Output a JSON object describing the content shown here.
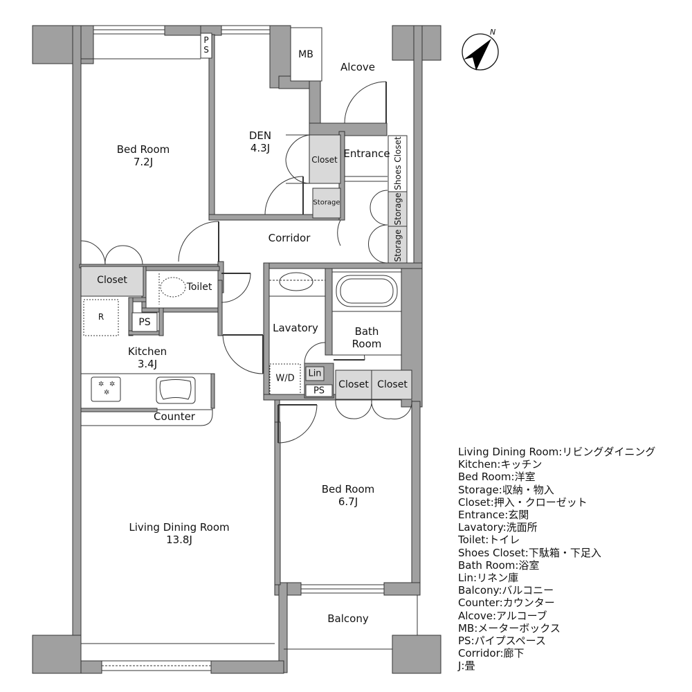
{
  "floorplan": {
    "wall_color": "#a0a0a0",
    "storage_fill": "#d9d9d9",
    "rooms": {
      "bedroom1": {
        "name": "Bed Room",
        "size": "7.2J"
      },
      "den": {
        "name": "DEN",
        "size": "4.3J"
      },
      "kitchen": {
        "name": "Kitchen",
        "size": "3.4J"
      },
      "living": {
        "name": "Living Dining Room",
        "size": "13.8J"
      },
      "bedroom2": {
        "name": "Bed Room",
        "size": "6.7J"
      },
      "corridor": "Corridor",
      "entrance": "Entrance",
      "alcove": "Alcove",
      "lavatory": "Lavatory",
      "bath": {
        "line1": "Bath",
        "line2": "Room"
      },
      "balcony": "Balcony",
      "toilet": "Toilet",
      "counter": "Counter"
    },
    "fixtures": {
      "mb": "MB",
      "ps_top_p": "P",
      "ps_top_s": "S",
      "ps_kitchen": "PS",
      "ps_lavatory": "PS",
      "lin": "Lin",
      "wd": "W/D",
      "fridge": "R",
      "closet_bedroom1": "Closet",
      "closet_den": "Closet",
      "storage_den": "Storage",
      "shoes_closet": "Shoes Closet",
      "storage_right1": "Storage",
      "storage_right2": "Storage",
      "closet_bedroom2_a": "Closet",
      "closet_bedroom2_b": "Closet"
    },
    "compass": {
      "label": "N",
      "icon": "north-arrow-icon"
    }
  },
  "legend": [
    "Living Dining Room:リビングダイニング",
    "Kitchen:キッチン",
    "Bed Room:洋室",
    "Storage:収納・物入",
    "Closet:押入・クローゼット",
    "Entrance:玄関",
    "Lavatory:洗面所",
    "Toilet:トイレ",
    "Shoes Closet:下駄箱・下足入",
    "Bath Room:浴室",
    "Lin:リネン庫",
    "Balcony:バルコニー",
    "Counter:カウンター",
    "Alcove:アルコーブ",
    "MB:メーターボックス",
    "PS:パイプスペース",
    "Corridor:廊下",
    "J:畳"
  ]
}
